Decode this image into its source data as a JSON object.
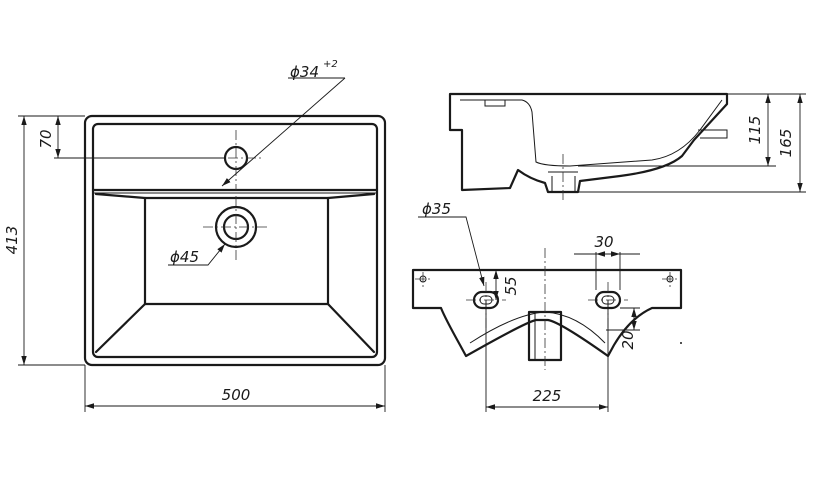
{
  "top_view": {
    "width_label": "500",
    "depth_label": "413",
    "tap_offset_label": "70",
    "tap_hole_label": "ϕ34",
    "tap_hole_tolerance": "+2",
    "drain_label": "ϕ45"
  },
  "side_view": {
    "bowl_depth_label": "115",
    "total_height_label": "165"
  },
  "rear_view": {
    "fixing_hole_label": "ϕ35",
    "fixing_hole_height_label": "55",
    "slot_width_label": "30",
    "fixing_spacing_label": "225",
    "overflow_label": "20"
  }
}
